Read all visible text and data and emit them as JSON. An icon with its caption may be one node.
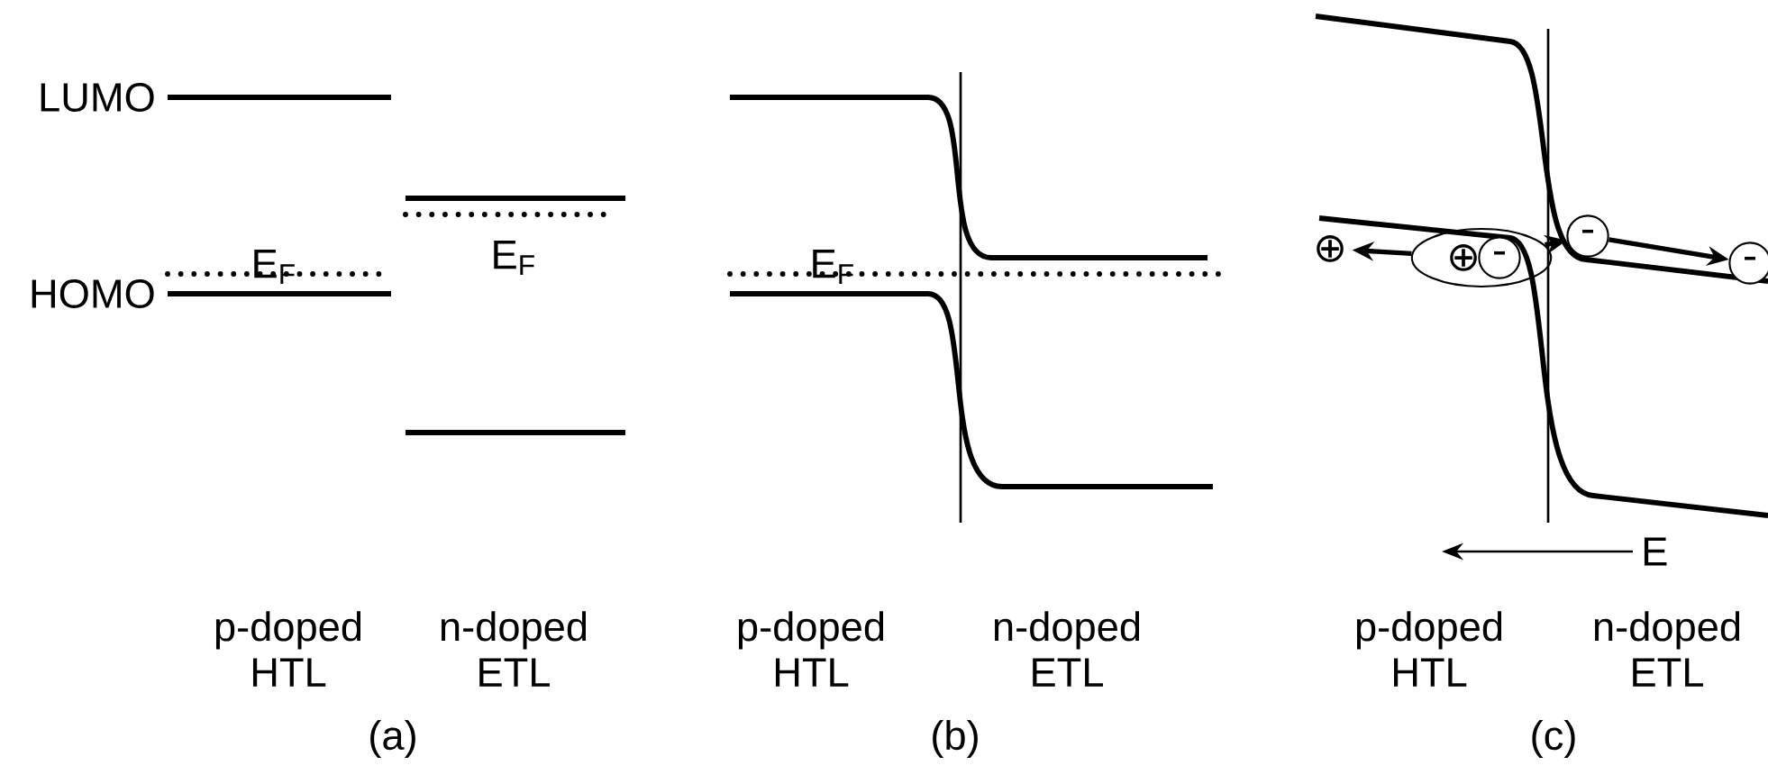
{
  "diagram": {
    "nodes": [
      {
        "text": [
          "⊕"
        ]
      },
      {
        "text": [],
        "shape": "ellipse"
      },
      {
        "text": [
          "⊕"
        ],
        "in": 1
      },
      {
        "text": [
          "-"
        ],
        "in": 1
      },
      {
        "text": [
          "-"
        ]
      },
      {
        "text": [
          "-"
        ]
      }
    ],
    "edges": [
      {
        "from": 1,
        "to": 0,
        "arrow": "to"
      },
      {
        "from": 1,
        "to": 4,
        "arrow": "to"
      },
      {
        "from": 4,
        "to": 5,
        "arrow": "to"
      }
    ],
    "labels": [
      "LUMO",
      "E$_{F}$",
      "HOMO",
      "E$_{F}$",
      "p-doped HTL",
      "n-doped ETL",
      "(a)",
      "E$_{F}$",
      "p-doped HTL",
      "n-doped ETL",
      "(b)",
      "E",
      "p-doped HTL",
      "n-doped ETL",
      "(c)"
    ]
  }
}
